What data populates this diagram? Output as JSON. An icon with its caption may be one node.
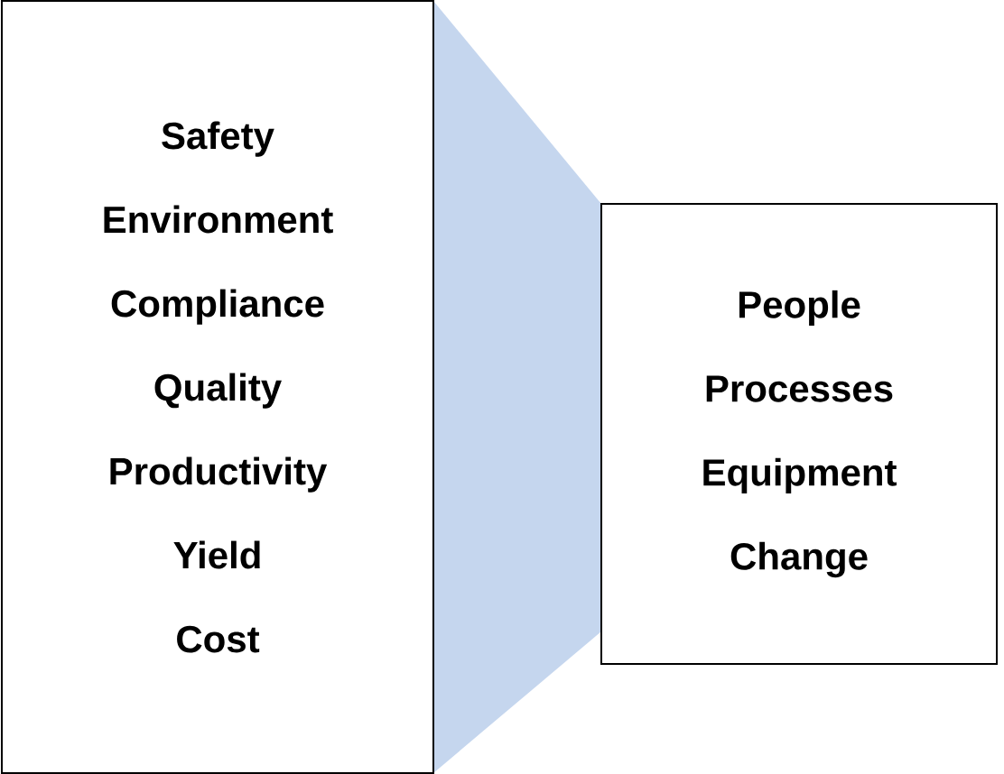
{
  "diagram": {
    "nodes": [
      {
        "text": [
          "Safety",
          "Environment",
          "Compliance",
          "Quality",
          "Productivity",
          "Yield",
          "Cost"
        ]
      },
      {
        "text": [
          "People",
          "Processes",
          "Equipment",
          "Change"
        ]
      }
    ]
  }
}
